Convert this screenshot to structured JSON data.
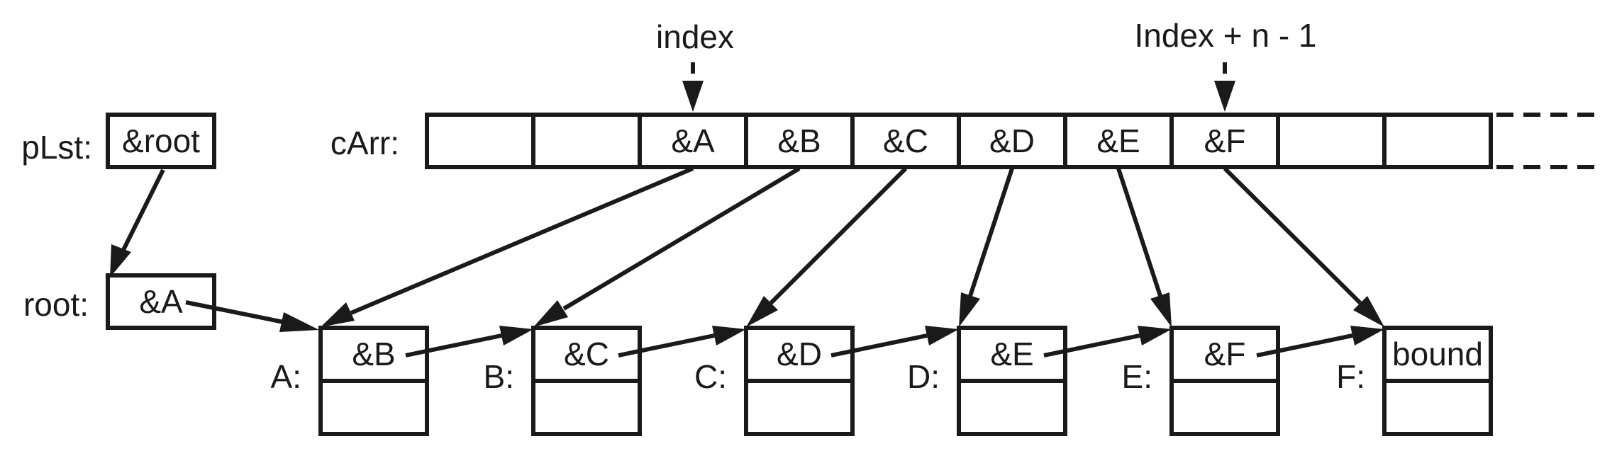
{
  "labels": {
    "plst": "pLst:",
    "carr": "cArr:",
    "root": "root:",
    "index": "index",
    "index_end": "Index + n - 1"
  },
  "plst_value": "&root",
  "root_value": "&A",
  "carr_cells": [
    "",
    "",
    "&A",
    "&B",
    "&C",
    "&D",
    "&E",
    "&F",
    "",
    ""
  ],
  "nodes": [
    {
      "label": "A:",
      "next": "&B"
    },
    {
      "label": "B:",
      "next": "&C"
    },
    {
      "label": "C:",
      "next": "&D"
    },
    {
      "label": "D:",
      "next": "&E"
    },
    {
      "label": "E:",
      "next": "&F"
    },
    {
      "label": "F:",
      "next": "bound"
    }
  ],
  "colors": {
    "ink": "#1a1a1a",
    "background": "#ffffff"
  }
}
